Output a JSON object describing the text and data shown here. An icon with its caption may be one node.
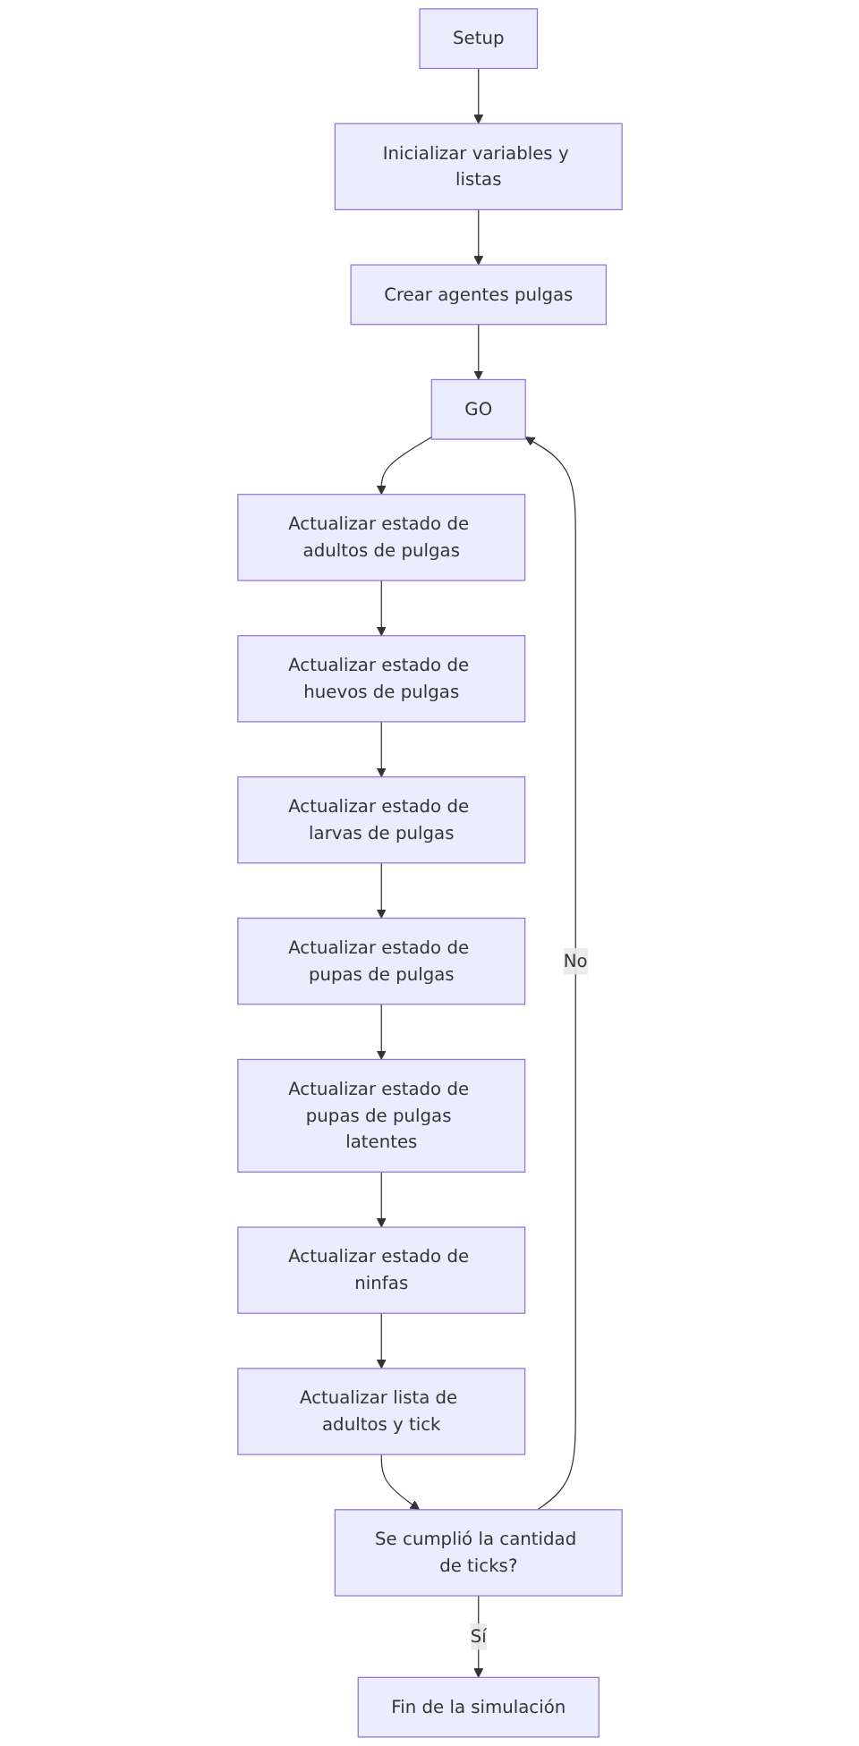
{
  "diagram": {
    "nodes": [
      {
        "text": [
          "Setup"
        ]
      },
      {
        "text": [
          "Inicializar variables y listas"
        ]
      },
      {
        "text": [
          "Crear agentes pulgas"
        ]
      },
      {
        "text": [
          "GO"
        ]
      },
      {
        "text": [
          "Actualizar estado de adultos de pulgas"
        ]
      },
      {
        "text": [
          "Actualizar estado de huevos de pulgas"
        ]
      },
      {
        "text": [
          "Actualizar estado de larvas de pulgas"
        ]
      },
      {
        "text": [
          "Actualizar estado de pupas de pulgas"
        ]
      },
      {
        "text": [
          "Actualizar estado de pupas de pulgas latentes"
        ]
      },
      {
        "text": [
          "Actualizar estado de ninfas"
        ]
      },
      {
        "text": [
          "Actualizar lista de adultos y tick"
        ]
      },
      {
        "text": [
          "Se cumplió la cantidad de ticks?"
        ]
      },
      {
        "text": [
          "Fin de la simulación"
        ]
      }
    ],
    "edges": [
      {
        "from": 0,
        "to": 1,
        "arrow": "to"
      },
      {
        "from": 1,
        "to": 2,
        "arrow": "to"
      },
      {
        "from": 2,
        "to": 3,
        "arrow": "to"
      },
      {
        "from": 3,
        "to": 4,
        "arrow": "to"
      },
      {
        "from": 4,
        "to": 5,
        "arrow": "to"
      },
      {
        "from": 5,
        "to": 6,
        "arrow": "to"
      },
      {
        "from": 6,
        "to": 7,
        "arrow": "to"
      },
      {
        "from": 7,
        "to": 8,
        "arrow": "to"
      },
      {
        "from": 8,
        "to": 9,
        "arrow": "to"
      },
      {
        "from": 9,
        "to": 10,
        "arrow": "to"
      },
      {
        "from": 10,
        "to": 11,
        "arrow": "to"
      },
      {
        "from": 11,
        "to": 3,
        "arrow": "to",
        "label": "No"
      },
      {
        "from": 11,
        "to": 12,
        "arrow": "to",
        "label": "Sí"
      }
    ]
  }
}
